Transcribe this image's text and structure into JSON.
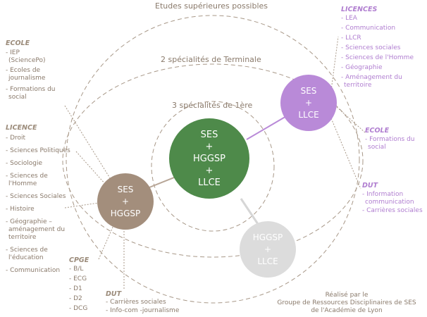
{
  "rings": {
    "outer": "Etudes supérieures possibles",
    "middle": "2 spécialités de Terminale",
    "inner": "3 spécialités de 1ère"
  },
  "nodes": {
    "main": {
      "lines": [
        "SES",
        "+",
        "HGGSP",
        "+",
        "LLCE"
      ],
      "color": "#4e8a4a"
    },
    "ses_llce": {
      "lines": [
        "SES",
        "+",
        "LLCE"
      ],
      "color": "#b98ad8"
    },
    "ses_hggsp": {
      "lines": [
        "SES",
        "+",
        "HGGSP"
      ],
      "color": "#a38e7c"
    },
    "hggsp_llce": {
      "lines": [
        "HGGSP",
        "+",
        "LLCE"
      ],
      "color": "#dcdcdc"
    }
  },
  "left": {
    "ecole": {
      "title": "ECOLE",
      "items": [
        "- IEP",
        "(SciencePo)",
        "- Ecoles de",
        "journalisme",
        "- Formations du",
        "social"
      ]
    },
    "licence": {
      "title": "LICENCE",
      "items": [
        "- Droit",
        "- Sciences Politiques",
        "- Sociologie",
        "- Sciences de",
        "l'Homme",
        "- Sciences Sociales",
        "- Histoire",
        "- Géographie –",
        "aménagement du",
        "territoire",
        "- Sciences de",
        "l'éducation",
        "- Communication"
      ]
    }
  },
  "bottom": {
    "cpge": {
      "title": "CPGE",
      "items": [
        "- B/L",
        "- ECG",
        "- D1",
        "- D2",
        "- DCG"
      ]
    },
    "dut": {
      "title": "DUT",
      "items": [
        "- Carrières sociales",
        "- Info-com -journalisme"
      ]
    }
  },
  "right": {
    "licences": {
      "title": "LICENCES",
      "items": [
        "- LEA",
        "- Communication",
        "- LLCR",
        "- Sciences sociales",
        "- Sciences de l'Homme",
        "- Géographie",
        "- Aménagement du",
        "territoire"
      ]
    },
    "ecole": {
      "title": "ECOLE",
      "items": [
        "- Formations du",
        "social"
      ]
    },
    "dut": {
      "title": "DUT",
      "items": [
        "- Information",
        "communication",
        "- Carrières sociales"
      ]
    }
  },
  "credit": {
    "lines": [
      "Réalisé par le",
      "Groupe de Ressources Disciplinaires de SES",
      "de l'Académie de Lyon"
    ]
  },
  "colors": {
    "ring": "#a89888",
    "text": "#8a7a6b",
    "purple": "#b07ed0",
    "connector_green": "#b7a596"
  }
}
